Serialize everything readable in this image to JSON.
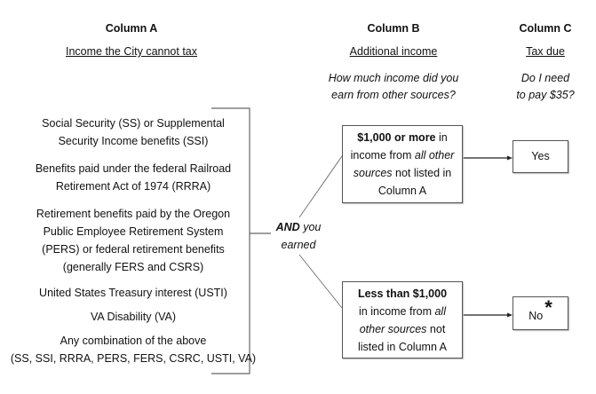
{
  "columns": [
    {
      "title": "Column A",
      "subtitle": "Income the City cannot tax"
    },
    {
      "title": "Column B",
      "subtitle": "Additional income",
      "question": [
        "How much income did you",
        "earn from other sources?"
      ]
    },
    {
      "title": "Column C",
      "subtitle": "Tax due",
      "question": [
        "Do I need",
        "to pay $35?"
      ]
    }
  ],
  "column_a_items": [
    [
      "Social Security (SS) or Supplemental",
      "Security Income benefits (SSI)"
    ],
    [
      "Benefits paid under the federal Railroad",
      "Retirement Act of 1974 (RRRA)"
    ],
    [
      "Retirement benefits paid by the Oregon",
      "Public Employee Retirement System",
      "(PERS) or federal retirement benefits",
      "(generally FERS and CSRS)"
    ],
    [
      "United States Treasury interest (USTI)"
    ],
    [
      "VA Disability (VA)"
    ],
    [
      "Any combination of the above",
      "(SS, SSI, RRRA, PERS, FERS, CSRC, USTI, VA)"
    ]
  ],
  "connector": {
    "bold": "AND",
    "rest": " you",
    "line2": "earned"
  },
  "box_more": {
    "bold": "$1,000 or more",
    "t1": " in",
    "t2": "income from ",
    "i1": "all other",
    "i2": "sources",
    "t3": " not listed in",
    "t4": "Column A"
  },
  "box_less": {
    "bold": "Less than $1,000",
    "t1": "in income from ",
    "i1": "all",
    "i2": "other sources",
    "t2": " not",
    "t3": "listed in Column A"
  },
  "result_yes": "Yes",
  "result_no": "No",
  "footnote_mark": "*"
}
